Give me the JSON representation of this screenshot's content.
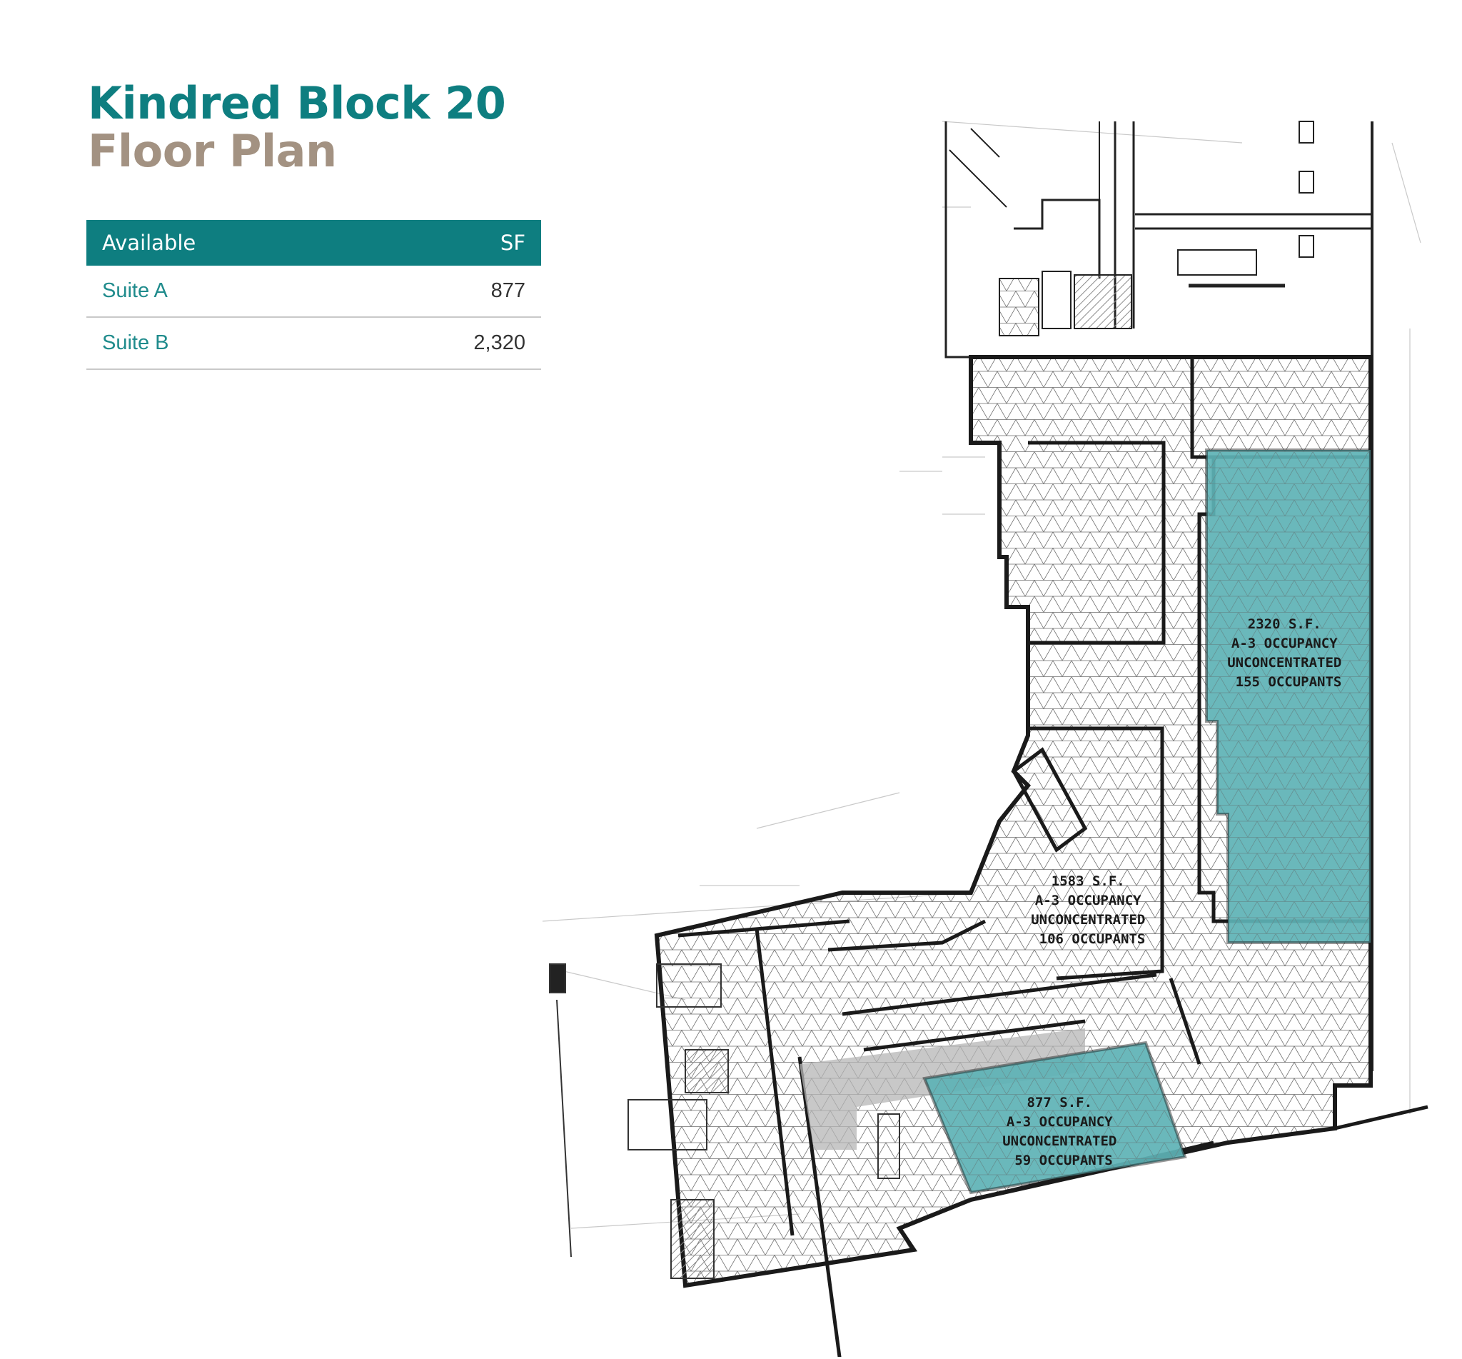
{
  "header": {
    "title_line1": "Kindred Block 20",
    "title_line2": "Floor Plan"
  },
  "availability_table": {
    "col_available": "Available",
    "col_sf": "SF",
    "rows": [
      {
        "name": "Suite A",
        "sf": "877"
      },
      {
        "name": "Suite B",
        "sf": "2,320"
      }
    ]
  },
  "floor_plan": {
    "highlight_color": "#5db2b5",
    "suite_b_label": [
      "2320 S.F.",
      "A-3 OCCUPANCY",
      "UNCONCENTRATED",
      "155 OCCUPANTS"
    ],
    "center_label": [
      "1583 S.F.",
      "A-3 OCCUPANCY",
      "UNCONCENTRATED",
      "106 OCCUPANTS"
    ],
    "suite_a_label": [
      "877 S.F.",
      "A-3 OCCUPANCY",
      "UNCONCENTRATED",
      "59 OCCUPANTS"
    ]
  }
}
